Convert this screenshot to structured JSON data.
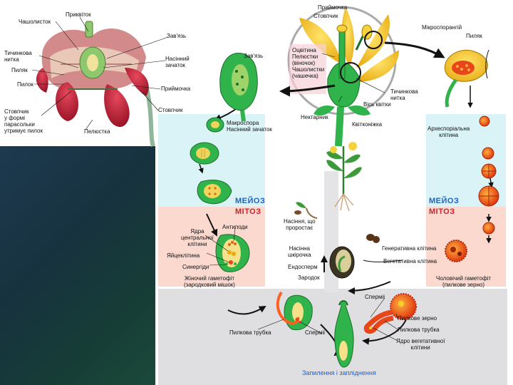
{
  "top_left_flower": {
    "labels": {
      "sepal": "Чашолисток",
      "bract": "Приквіток",
      "ovary": "Зав'язь",
      "ovule": "Насінний\nзачаток",
      "filament": "Тичинкова\nнитка",
      "anther": "Пиляк",
      "pollen": "Пилок",
      "stigma": "Приймочка",
      "style_umbrella": "Стовпчик\nу формі\nпарасольки\nутримує пилок",
      "petal": "Пелюстка",
      "style": "Стовпчик"
    }
  },
  "center_flower": {
    "labels": {
      "stigma": "Приймочка",
      "style": "Стовпчик",
      "perianth": "Оцвітина\nПелюстки\n(віночок)\nЧашолистки\n(чашечка)",
      "ovary": "Зав'язь",
      "filament": "Тичинкова\nнитка",
      "axis": "Вісь квітки",
      "nectary": "Нектарник",
      "receptacle": "Квітконіжка",
      "microsporangium": "Мікроспорангій",
      "anther": "Пиляк",
      "macrospore": "Макроспора\nНасінний зачаток"
    }
  },
  "female_side": {
    "meiosis": "МЕЙОЗ",
    "mitosis": "МІТОЗ",
    "labels": {
      "antipodes": "Антиподи",
      "central_nuclei": "Ядра\nцентральної\nклітини",
      "egg": "Яйцеклітина",
      "synergids": "Синергіди",
      "gametophyte": "Жіночий гаметофіт\n(зародковий мішок)"
    }
  },
  "male_side": {
    "archesporial": "Археспоріальна\nклітина",
    "meiosis": "МЕЙОЗ",
    "mitosis": "МІТОЗ",
    "labels": {
      "generative": "Генеративна клітина",
      "vegetative": "Вегетативна клітина",
      "gametophyte": "Чоловічий гаметофіт\n(пилкове зерно)"
    }
  },
  "seed": {
    "labels": {
      "seedling": "Насіння, що\nпроростає",
      "seed_coat": "Насінна\nшкірочка",
      "endosperm": "Ендосперм",
      "embryo": "Зародок"
    }
  },
  "bottom": {
    "labels": {
      "pollen_tube_left": "Пилкова трубка",
      "sperm_left": "Сперміі",
      "sperm_right": "Сперміі",
      "pollen_grain": "Пилкове зерно",
      "pollen_tube_right": "Пилкова трубка",
      "veg_nucleus": "Ядро вегетативної\nклітини"
    },
    "caption": "Запилення і запліднення"
  },
  "colors": {
    "light_blue": "#d9f3f7",
    "pink": "#fbd9cf",
    "grey": "#dfdfe1",
    "green": "#2fb34a",
    "yellow": "#f5c518",
    "red_petal": "#c8203c",
    "pollen_orange": "#e8461a",
    "meiosis_blue": "#1e64c8",
    "mitosis_red": "#d2202c",
    "dark_panel": "#17323f"
  }
}
